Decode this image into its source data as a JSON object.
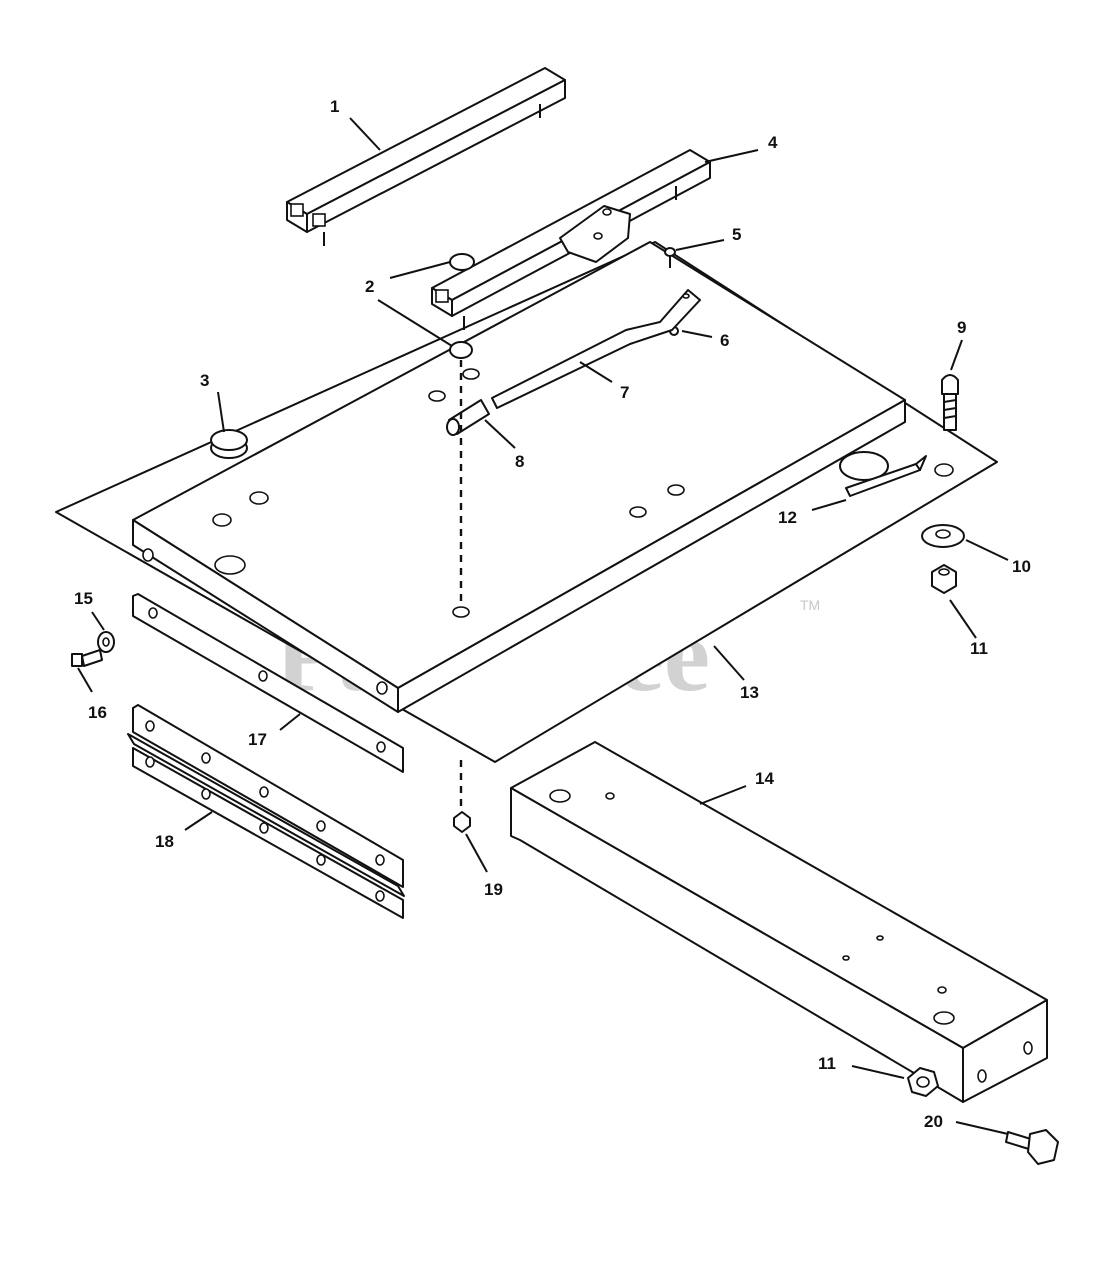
{
  "watermark": {
    "text": "PartsTree",
    "tm": "TM"
  },
  "callouts": {
    "c1": "1",
    "c2a": "2",
    "c2b": "2",
    "c3": "3",
    "c4": "4",
    "c5": "5",
    "c6": "6",
    "c7": "7",
    "c8": "8",
    "c9": "9",
    "c10": "10",
    "c11a": "11",
    "c11b": "11",
    "c12": "12",
    "c13": "13",
    "c14": "14",
    "c15": "15",
    "c16": "16",
    "c17": "17",
    "c18": "18",
    "c19": "19",
    "c20": "20"
  }
}
